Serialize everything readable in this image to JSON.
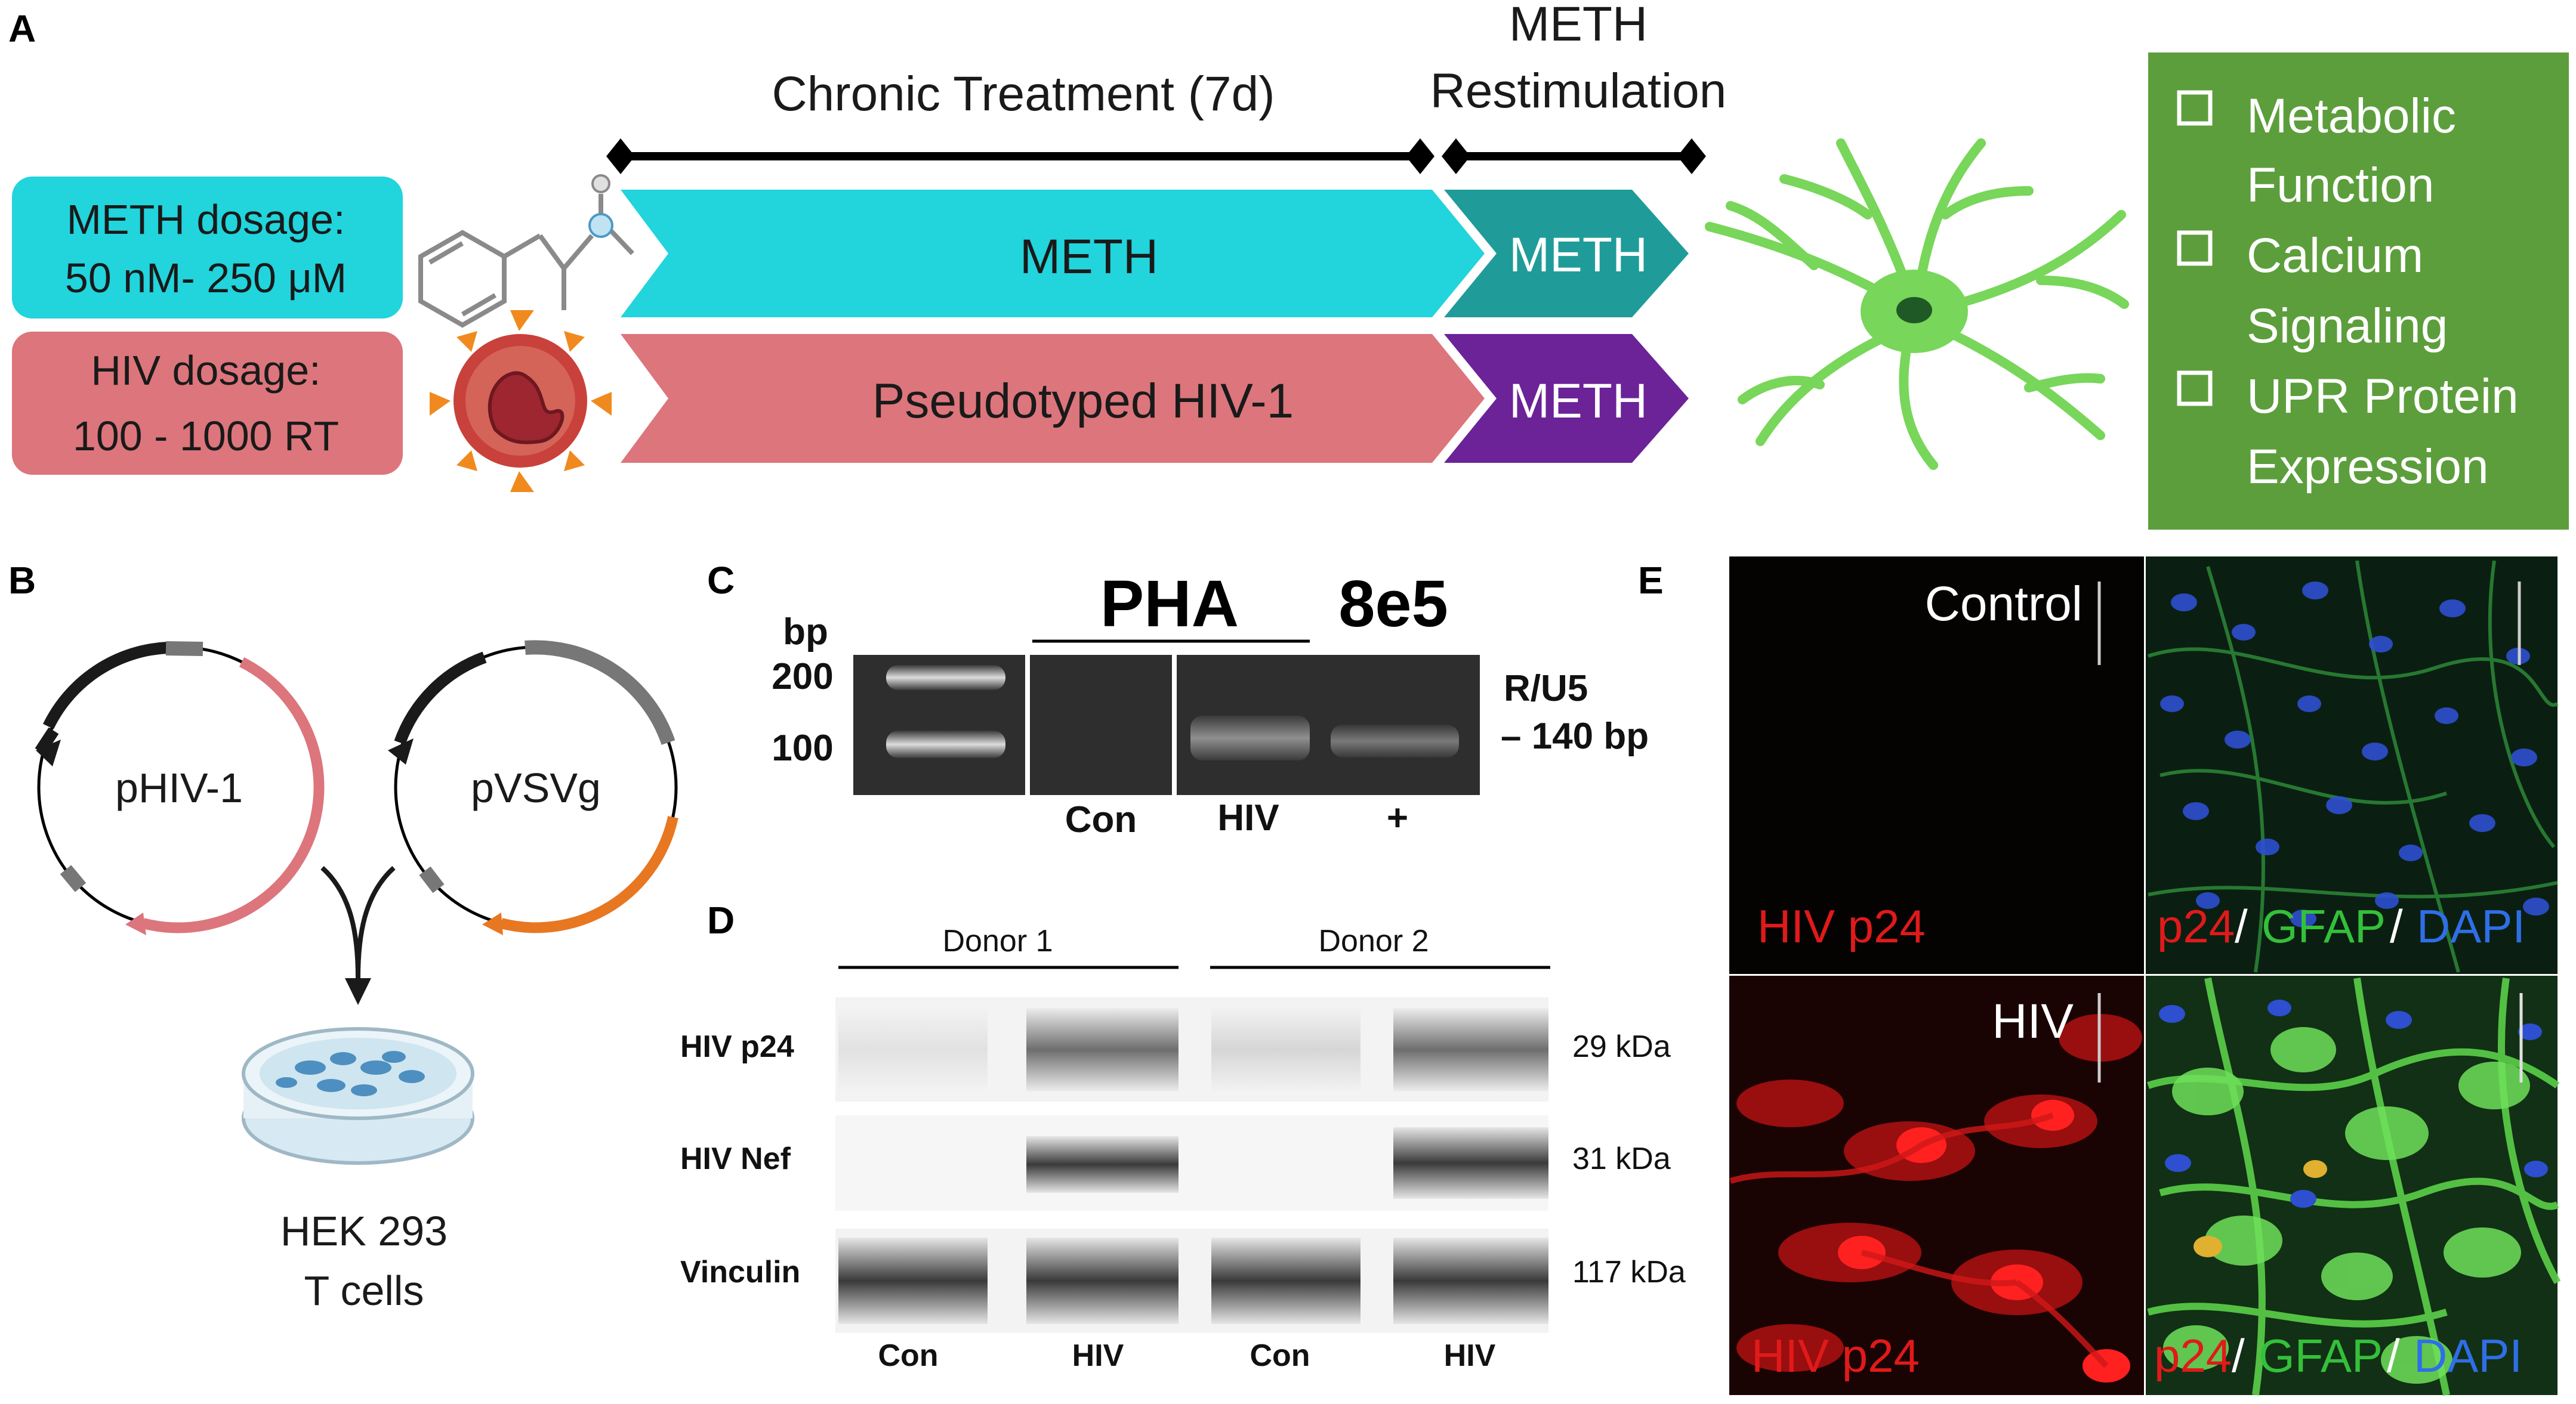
{
  "panels": {
    "a": "A",
    "b": "B",
    "c": "C",
    "d": "D",
    "e": "E"
  },
  "panel_a": {
    "chronic_label": "Chronic Treatment (7d)",
    "restim_label_1": "METH",
    "restim_label_2": "Restimulation",
    "meth_dosage_1": "METH dosage:",
    "meth_dosage_2": "50 nM- 250 μM",
    "hiv_dosage_1": "HIV dosage:",
    "hiv_dosage_2": "100 - 1000 RT",
    "meth_arrow": "METH",
    "meth_restim_arrow": "METH",
    "hiv_arrow": "Pseudotyped HIV-1",
    "hiv_restim_arrow": "METH",
    "outcomes": [
      "Metabolic",
      "Function",
      "Calcium",
      "Signaling",
      "UPR Protein",
      "Expression"
    ],
    "colors": {
      "cyan": "#22d4dc",
      "teal": "#1f9c9a",
      "pink": "#dc767c",
      "purple": "#6b2397",
      "green": "#5c9e3c",
      "cell": "#78d65a"
    }
  },
  "panel_b": {
    "plasmid_1": "pHIV-1",
    "plasmid_2": "pVSVg",
    "cells_1": "HEK 293",
    "cells_2": "T cells"
  },
  "panel_c": {
    "bp": "bp",
    "bp_200": "200",
    "bp_100": "100",
    "group_1": "PHA",
    "group_2": "8e5",
    "lane_con": "Con",
    "lane_hiv": "HIV",
    "lane_plus": "+",
    "product_1": "R/U5",
    "product_2": "– 140 bp"
  },
  "panel_d": {
    "donor_1": "Donor 1",
    "donor_2": "Donor 2",
    "rows": [
      {
        "name": "HIV p24",
        "kda": "29 kDa"
      },
      {
        "name": "HIV Nef",
        "kda": "31 kDa"
      },
      {
        "name": "Vinculin",
        "kda": "117 kDa"
      }
    ],
    "lanes": [
      "Con",
      "HIV",
      "Con",
      "HIV"
    ]
  },
  "panel_e": {
    "control": "Control",
    "hiv": "HIV",
    "p24_label": "HIV p24",
    "merge_p24": "p24",
    "merge_slash": "/",
    "merge_gfap": "GFAP",
    "merge_dapi": "DAPI"
  }
}
